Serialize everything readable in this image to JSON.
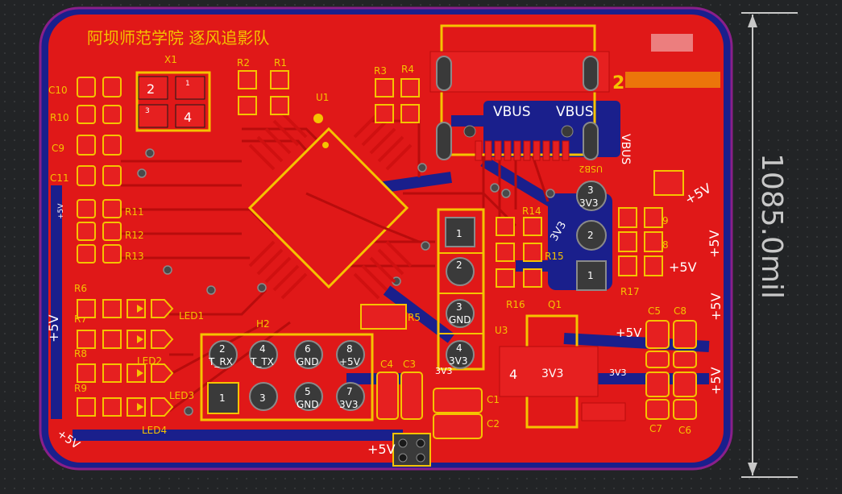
{
  "board": {
    "title": "阿坝师范学院 逐风追影队",
    "colors": {
      "top_copper": "#e01818",
      "trace": "#d01010",
      "bottom_copper": "#1a1f8c",
      "silkscreen": "#f5c300",
      "outline": "#8a1f8a",
      "pad": "#e62020"
    }
  },
  "dimension": {
    "label": "1085.0mil"
  },
  "usb": {
    "label": "USB2",
    "vbus_left": "VBUS",
    "vbus_right": "VBUS",
    "side_label": "VBUS"
  },
  "crystal": {
    "ref": "X1",
    "pad1": "1",
    "pad2": "2",
    "pad3": "3",
    "pad4": "4"
  },
  "mcu": {
    "ref": "U1"
  },
  "header_h2": {
    "ref": "H2",
    "pins": [
      {
        "num": "2",
        "name": "T_RX"
      },
      {
        "num": "4",
        "name": "T_TX"
      },
      {
        "num": "6",
        "name": "GND"
      },
      {
        "num": "8",
        "name": "+5V"
      },
      {
        "num": "1",
        "name": ""
      },
      {
        "num": "3",
        "name": ""
      },
      {
        "num": "5",
        "name": "GND"
      },
      {
        "num": "7",
        "name": "3V3"
      }
    ]
  },
  "header_u3": {
    "ref": "U3",
    "pins": [
      {
        "num": "1",
        "name": ""
      },
      {
        "num": "2",
        "name": ""
      },
      {
        "num": "3",
        "name": "GND"
      },
      {
        "num": "4",
        "name": "3V3"
      }
    ]
  },
  "regulator": {
    "pins": [
      {
        "num": "3",
        "name": "3V3"
      },
      {
        "num": "2",
        "name": ""
      },
      {
        "num": "1",
        "name": ""
      }
    ],
    "net": "3V3"
  },
  "q1": {
    "ref": "Q1",
    "pad": "4",
    "net": "3V3"
  },
  "resistors_left": [
    "R10",
    "R11",
    "R12",
    "R13"
  ],
  "caps_left": [
    "C10",
    "C9",
    "C11"
  ],
  "r_top": [
    "R2",
    "R1",
    "R3",
    "R4"
  ],
  "leds": [
    "LED1",
    "LED2",
    "LED3",
    "LED4"
  ],
  "led_resistors": [
    "R6",
    "R7",
    "R8",
    "R9"
  ],
  "right_parts": [
    "R19",
    "R18",
    "R17",
    "R14",
    "R15",
    "R16",
    "C5",
    "C8",
    "C7",
    "C6",
    "C4",
    "C3",
    "C1",
    "C2",
    "R5"
  ],
  "net_labels": [
    "+5V",
    "+5V",
    "+5V",
    "+5V",
    "+5V",
    "+5V",
    "+5V",
    "+5V",
    "+5V",
    "+5V",
    "3V3",
    "3V3"
  ],
  "blurred_label": "2"
}
